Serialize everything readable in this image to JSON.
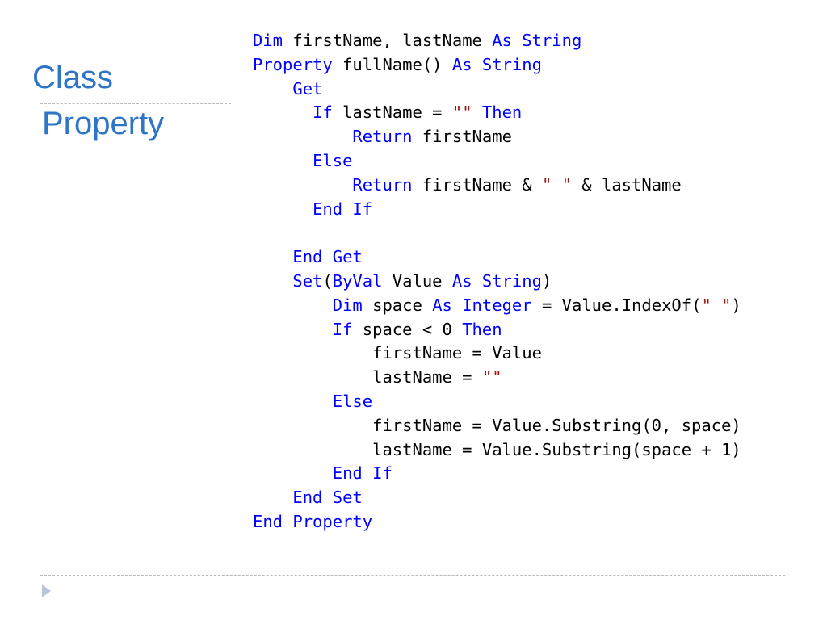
{
  "slide": {
    "title_line_1": "Class",
    "title_line_2": "Property",
    "bullet_icon": "triangle-bullet-icon"
  },
  "colors": {
    "title": "#2e75c8",
    "keyword": "#0000ff",
    "string": "#a31515",
    "text": "#000000",
    "divider": "#b9b9b9",
    "bullet": "#b8c4d8"
  },
  "code": {
    "language": "vb",
    "lines": [
      [
        {
          "t": "k",
          "v": "Dim"
        },
        {
          "t": "p",
          "v": " firstName, lastName "
        },
        {
          "t": "k",
          "v": "As"
        },
        {
          "t": "p",
          "v": " "
        },
        {
          "t": "k",
          "v": "String"
        }
      ],
      [
        {
          "t": "k",
          "v": "Property"
        },
        {
          "t": "p",
          "v": " fullName() "
        },
        {
          "t": "k",
          "v": "As"
        },
        {
          "t": "p",
          "v": " "
        },
        {
          "t": "k",
          "v": "String"
        }
      ],
      [
        {
          "t": "p",
          "v": "    "
        },
        {
          "t": "k",
          "v": "Get"
        }
      ],
      [
        {
          "t": "p",
          "v": "      "
        },
        {
          "t": "k",
          "v": "If"
        },
        {
          "t": "p",
          "v": " lastName = "
        },
        {
          "t": "s",
          "v": "\"\""
        },
        {
          "t": "p",
          "v": " "
        },
        {
          "t": "k",
          "v": "Then"
        }
      ],
      [
        {
          "t": "p",
          "v": "          "
        },
        {
          "t": "k",
          "v": "Return"
        },
        {
          "t": "p",
          "v": " firstName"
        }
      ],
      [
        {
          "t": "p",
          "v": "      "
        },
        {
          "t": "k",
          "v": "Else"
        }
      ],
      [
        {
          "t": "p",
          "v": "          "
        },
        {
          "t": "k",
          "v": "Return"
        },
        {
          "t": "p",
          "v": " firstName & "
        },
        {
          "t": "s",
          "v": "\" \""
        },
        {
          "t": "p",
          "v": " & lastName"
        }
      ],
      [
        {
          "t": "p",
          "v": "      "
        },
        {
          "t": "k",
          "v": "End If"
        }
      ],
      [],
      [
        {
          "t": "p",
          "v": "    "
        },
        {
          "t": "k",
          "v": "End Get"
        }
      ],
      [
        {
          "t": "p",
          "v": "    "
        },
        {
          "t": "k",
          "v": "Set"
        },
        {
          "t": "p",
          "v": "("
        },
        {
          "t": "k",
          "v": "ByVal"
        },
        {
          "t": "p",
          "v": " Value "
        },
        {
          "t": "k",
          "v": "As"
        },
        {
          "t": "p",
          "v": " "
        },
        {
          "t": "k",
          "v": "String"
        },
        {
          "t": "p",
          "v": ")"
        }
      ],
      [
        {
          "t": "p",
          "v": "        "
        },
        {
          "t": "k",
          "v": "Dim"
        },
        {
          "t": "p",
          "v": " space "
        },
        {
          "t": "k",
          "v": "As"
        },
        {
          "t": "p",
          "v": " "
        },
        {
          "t": "k",
          "v": "Integer"
        },
        {
          "t": "p",
          "v": " = Value.IndexOf("
        },
        {
          "t": "s",
          "v": "\" \""
        },
        {
          "t": "p",
          "v": ")"
        }
      ],
      [
        {
          "t": "p",
          "v": "        "
        },
        {
          "t": "k",
          "v": "If"
        },
        {
          "t": "p",
          "v": " space < 0 "
        },
        {
          "t": "k",
          "v": "Then"
        }
      ],
      [
        {
          "t": "p",
          "v": "            firstName = Value"
        }
      ],
      [
        {
          "t": "p",
          "v": "            lastName = "
        },
        {
          "t": "s",
          "v": "\"\""
        }
      ],
      [
        {
          "t": "p",
          "v": "        "
        },
        {
          "t": "k",
          "v": "Else"
        }
      ],
      [
        {
          "t": "p",
          "v": "            firstName = Value.Substring(0, space)"
        }
      ],
      [
        {
          "t": "p",
          "v": "            lastName = Value.Substring(space + 1)"
        }
      ],
      [
        {
          "t": "p",
          "v": "        "
        },
        {
          "t": "k",
          "v": "End If"
        }
      ],
      [
        {
          "t": "p",
          "v": "    "
        },
        {
          "t": "k",
          "v": "End Set"
        }
      ],
      [
        {
          "t": "k",
          "v": "End Property"
        }
      ]
    ]
  }
}
